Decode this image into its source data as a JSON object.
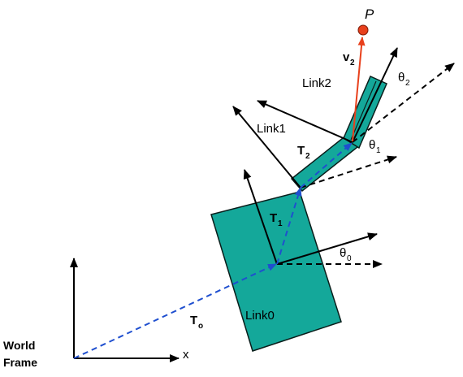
{
  "colors": {
    "link_fill": "#14a89a",
    "link_stroke": "#0a1e1b",
    "frame_vector": "#1f4fcf",
    "velocity": "#e8401c",
    "point": "#e8401c"
  },
  "labels": {
    "world_line1": "World",
    "world_line2": "Frame",
    "x_axis": "x",
    "T0_main": "T",
    "T0_sub": "o",
    "T1_main": "T",
    "T1_sub": "1",
    "T2_main": "T",
    "T2_sub": "2",
    "link0": "Link0",
    "link1": "Link1",
    "link2": "Link2",
    "theta0_main": "θ",
    "theta0_sub": "0",
    "theta1_main": "θ",
    "theta1_sub": "1",
    "theta2_main": "θ",
    "theta2_sub": "2",
    "v2_main": "v",
    "v2_sub": "2",
    "point_P": "P"
  }
}
